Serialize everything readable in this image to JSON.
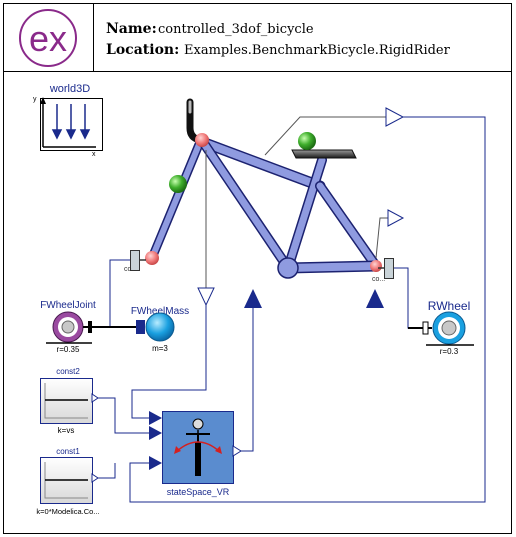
{
  "header": {
    "logo_text": "ex",
    "name_label": "Name:",
    "name_value": "controlled_3dof_bicycle",
    "location_label": "Location:",
    "location_value": "Examples.BenchmarkBicycle.RigidRider"
  },
  "components": {
    "world": {
      "name": "world3D",
      "axis_y": "y",
      "axis_x": "x"
    },
    "front_wheel_joint": {
      "name": "FWheelJoint",
      "param": "r=0.35"
    },
    "front_wheel_mass": {
      "name": "FWheelMass",
      "param": "m=3"
    },
    "rear_wheel": {
      "name": "RWheel",
      "param": "r=0.3"
    },
    "const2": {
      "name": "const2",
      "param": "k=vs"
    },
    "const1": {
      "name": "const1",
      "param": "k=0*Modelica.Co..."
    },
    "state_space": {
      "name": "stateSpace_VR"
    },
    "contact_front": {
      "label": "co..."
    },
    "contact_rear": {
      "label": "co..."
    }
  },
  "colors": {
    "frame_fill": "#8f9be0",
    "frame_dark": "#1c2270",
    "port_blue": "#1a2a8c",
    "connection": "#1a2a8c",
    "controller_fill": "#5a8ccf",
    "mass_cyan": "#1aa0e0",
    "wheel_purple": "#9a4aa0",
    "logo_purple": "#8a2a8a"
  }
}
